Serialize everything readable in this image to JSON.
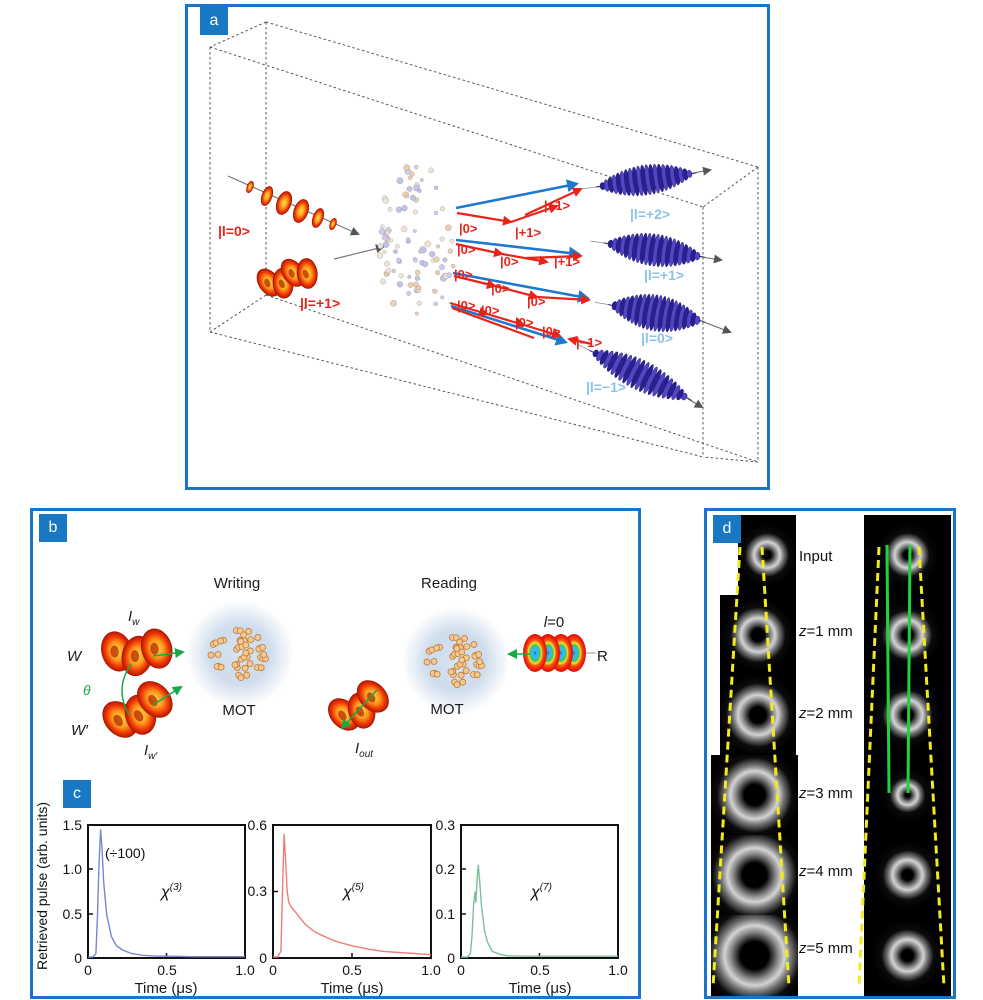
{
  "figure": {
    "background": "#ffffff",
    "border_color": "#1b74c5",
    "tag_color": "#1878c4",
    "red": "#e8231a",
    "blue_arrow": "#1d78cf",
    "light_blue": "#8cc3ea",
    "green": "#18a84c"
  },
  "panel_a": {
    "tag": "a",
    "input_top_label": "|l=0>",
    "input_bottom_label": "|l=+1>",
    "rows": [
      {
        "kets": [
          "|0>",
          "|+1>",
          "|+1>"
        ],
        "out": "|l=+2>"
      },
      {
        "kets": [
          "|0>",
          "|0>",
          "|+1>"
        ],
        "out": "|l=+1>"
      },
      {
        "kets": [
          "|0>",
          "|0>",
          "|0>"
        ],
        "out": "|l=0>"
      },
      {
        "kets": [
          "|0>",
          "|0>",
          "|0>",
          "|0>",
          "|−1>"
        ],
        "out": "|l=−1>"
      }
    ]
  },
  "panel_b": {
    "tag": "b",
    "writing_label": "Writing",
    "reading_label": "Reading",
    "mot_write": "MOT",
    "mot_read": "MOT",
    "w_label": "W",
    "w_prime_label": "W′",
    "theta_label": "θ",
    "i_w": {
      "base": "I",
      "sub": "w"
    },
    "i_w_prime": {
      "base": "I",
      "sub": "w′"
    },
    "i_out": {
      "base": "I",
      "sub": "out"
    },
    "read_beam": {
      "pre": "l",
      "post": "=0"
    },
    "r_label": "R"
  },
  "panel_c": {
    "tag": "c",
    "ylabel": "Retrieved pulse (arb. units)",
    "plots": [
      {
        "annotation": "(÷100)",
        "chi": {
          "base": "χ",
          "sup": "(3)"
        },
        "yticks": [
          "1.5",
          "1.0",
          "0.5",
          "0"
        ],
        "xticks": [
          "0",
          "0.5",
          "1.0"
        ],
        "xlabel": "Time (μs)"
      },
      {
        "chi": {
          "base": "χ",
          "sup": "(5)"
        },
        "yticks": [
          "0.6",
          "0.3",
          "0"
        ],
        "xticks": [
          "0",
          "0.5",
          "1.0"
        ],
        "xlabel": "Time (μs)"
      },
      {
        "chi": {
          "base": "χ",
          "sup": "(7)"
        },
        "yticks": [
          "0.3",
          "0.2",
          "0.1",
          "0"
        ],
        "xticks": [
          "0",
          "0.5",
          "1.0"
        ],
        "xlabel": "Time (μs)"
      }
    ]
  },
  "panel_d": {
    "tag": "d",
    "rows": [
      {
        "pre": "",
        "post": "Input"
      },
      {
        "pre": "z",
        "post": "=1 mm"
      },
      {
        "pre": "z",
        "post": "=2 mm"
      },
      {
        "pre": "z",
        "post": "=3 mm"
      },
      {
        "pre": "z",
        "post": "=4 mm"
      },
      {
        "pre": "z",
        "post": "=5 mm"
      }
    ]
  },
  "chart_data": {
    "type": "line",
    "xlabel": "Time (μs)",
    "ylabel": "Retrieved pulse (arb. units)",
    "xlim": [
      0,
      1.0
    ],
    "plots": [
      {
        "name": "χ(3)",
        "note": "(÷100)",
        "color": "#7b86cf",
        "ylim": [
          0,
          1.5
        ],
        "x": [
          0,
          0.03,
          0.05,
          0.06,
          0.07,
          0.08,
          0.09,
          0.1,
          0.12,
          0.15,
          0.18,
          0.22,
          0.28,
          0.35,
          0.45,
          0.55,
          0.65,
          0.75,
          0.85,
          1.0
        ],
        "y": [
          0.01,
          0.01,
          0.05,
          0.45,
          1.05,
          1.45,
          1.22,
          0.85,
          0.48,
          0.24,
          0.14,
          0.09,
          0.05,
          0.03,
          0.02,
          0.02,
          0.015,
          0.015,
          0.015,
          0.015
        ]
      },
      {
        "name": "χ(5)",
        "color": "#f07d74",
        "ylim": [
          0,
          0.6
        ],
        "x": [
          0,
          0.03,
          0.05,
          0.06,
          0.07,
          0.08,
          0.09,
          0.1,
          0.12,
          0.15,
          0.2,
          0.25,
          0.3,
          0.35,
          0.4,
          0.5,
          0.6,
          0.7,
          0.8,
          0.9,
          1.0
        ],
        "y": [
          0.005,
          0.005,
          0.03,
          0.3,
          0.56,
          0.44,
          0.3,
          0.25,
          0.225,
          0.2,
          0.155,
          0.125,
          0.105,
          0.09,
          0.075,
          0.055,
          0.04,
          0.03,
          0.025,
          0.02,
          0.015
        ]
      },
      {
        "name": "χ(7)",
        "color": "#7bbf9a",
        "ylim": [
          0,
          0.3
        ],
        "x": [
          0,
          0.04,
          0.06,
          0.07,
          0.08,
          0.09,
          0.095,
          0.1,
          0.105,
          0.11,
          0.12,
          0.13,
          0.15,
          0.17,
          0.2,
          0.25,
          0.3,
          0.4,
          0.6,
          0.8,
          1.0
        ],
        "y": [
          0.002,
          0.002,
          0.01,
          0.05,
          0.12,
          0.15,
          0.125,
          0.16,
          0.19,
          0.21,
          0.17,
          0.12,
          0.06,
          0.035,
          0.015,
          0.008,
          0.005,
          0.004,
          0.004,
          0.004,
          0.004
        ]
      }
    ]
  }
}
